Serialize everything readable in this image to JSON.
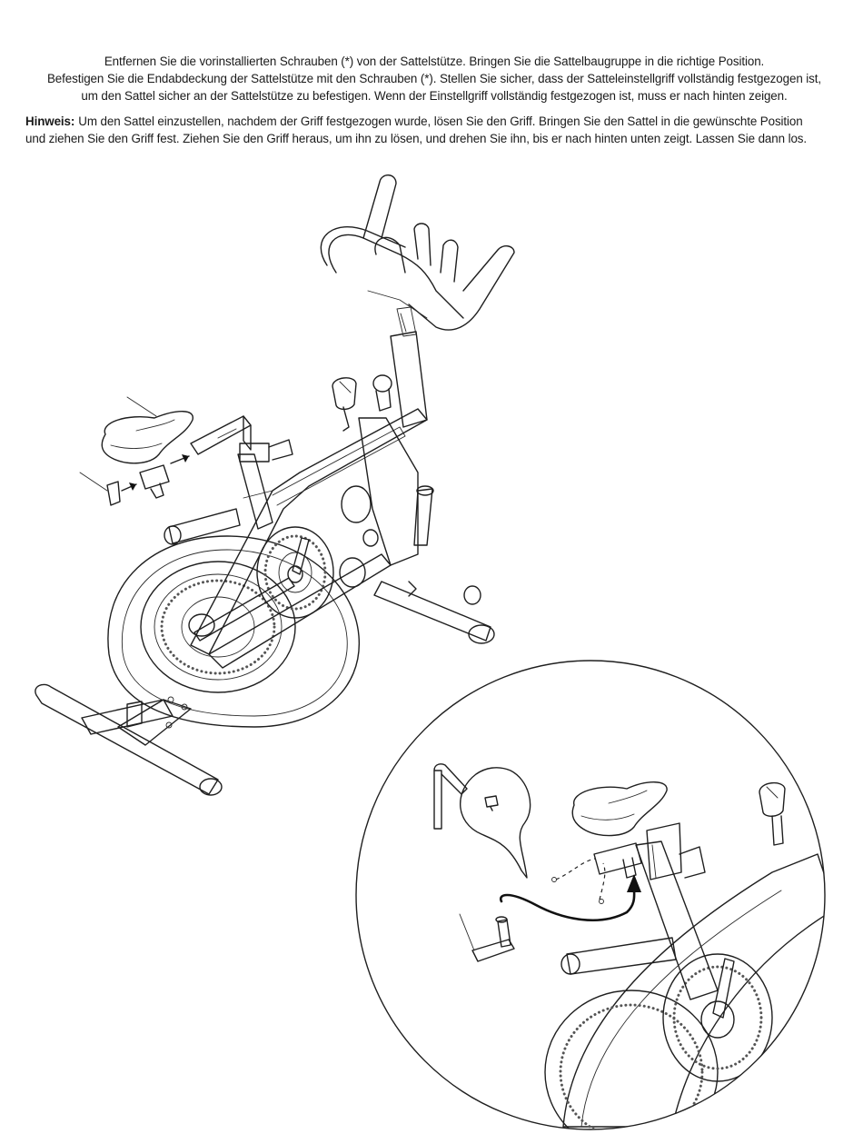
{
  "instructions": {
    "line1": "Entfernen Sie die vorinstallierten Schrauben (*) von der Sattelstütze. Bringen Sie die Sattelbaugruppe in die richtige Position.",
    "line2": "Befestigen Sie die Endabdeckung der Sattelstütze mit den Schrauben (*). Stellen Sie sicher, dass der Satteleinstellgriff vollständig festgezogen ist,",
    "line3": "um den Sattel sicher an der Sattelstütze zu befestigen. Wenn der Einstellgriff vollständig festgezogen ist, muss er nach hinten zeigen."
  },
  "note": {
    "label": "Hinweis:",
    "line1": "Um den Sattel einzustellen, nachdem der Griff festgezogen wurde, lösen Sie den Griff. Bringen Sie den Sattel in die gewünschte Position",
    "line2": "und ziehen Sie den Griff fest. Ziehen Sie den Griff heraus, um ihn zu lösen, und drehen Sie ihn, bis er nach hinten unten zeigt. Lassen Sie dann los."
  },
  "illustration": {
    "main_view_icon": "exercise-bike-line-drawing",
    "detail_view_icon": "seat-post-detail-circle"
  }
}
